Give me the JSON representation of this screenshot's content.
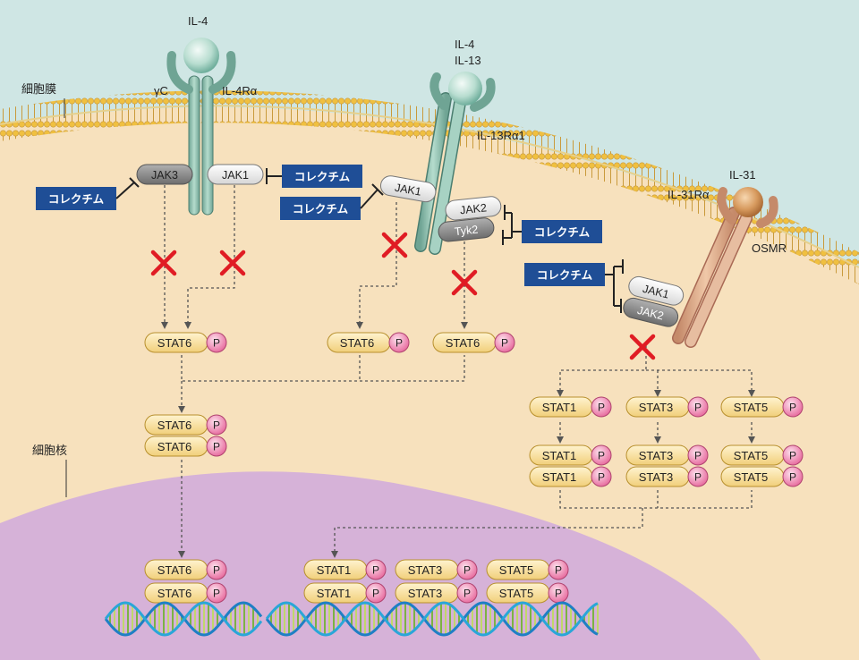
{
  "labels": {
    "membrane": "細胞膜",
    "nucleus": "細胞核",
    "ligand1": "IL-4",
    "ligand2a": "IL-4",
    "ligand2b": "IL-13",
    "ligand3": "IL-31",
    "gammaC": "γC",
    "il4ra": "IL-4Rα",
    "il13ra1": "IL-13Rα1",
    "il31ra": "IL-31Rα",
    "osmr": "OSMR"
  },
  "inhibitor": "コレクチム",
  "jaks": {
    "jak3": "JAK3",
    "jak1": "JAK1",
    "jak2": "JAK2",
    "tyk2": "Tyk2"
  },
  "stats": {
    "stat1": "STAT1",
    "stat3": "STAT3",
    "stat5": "STAT5",
    "stat6": "STAT6",
    "p": "P"
  },
  "colors": {
    "cytoplasm": "#f7e1bd",
    "nucleus": "#d6b2d8",
    "extracellular": "#cfe6e4",
    "inhibitor_box": "#1f4e96",
    "stat_box": "#fbe4a8",
    "phospho": "#ef8fb4",
    "cross": "#e01c24"
  }
}
